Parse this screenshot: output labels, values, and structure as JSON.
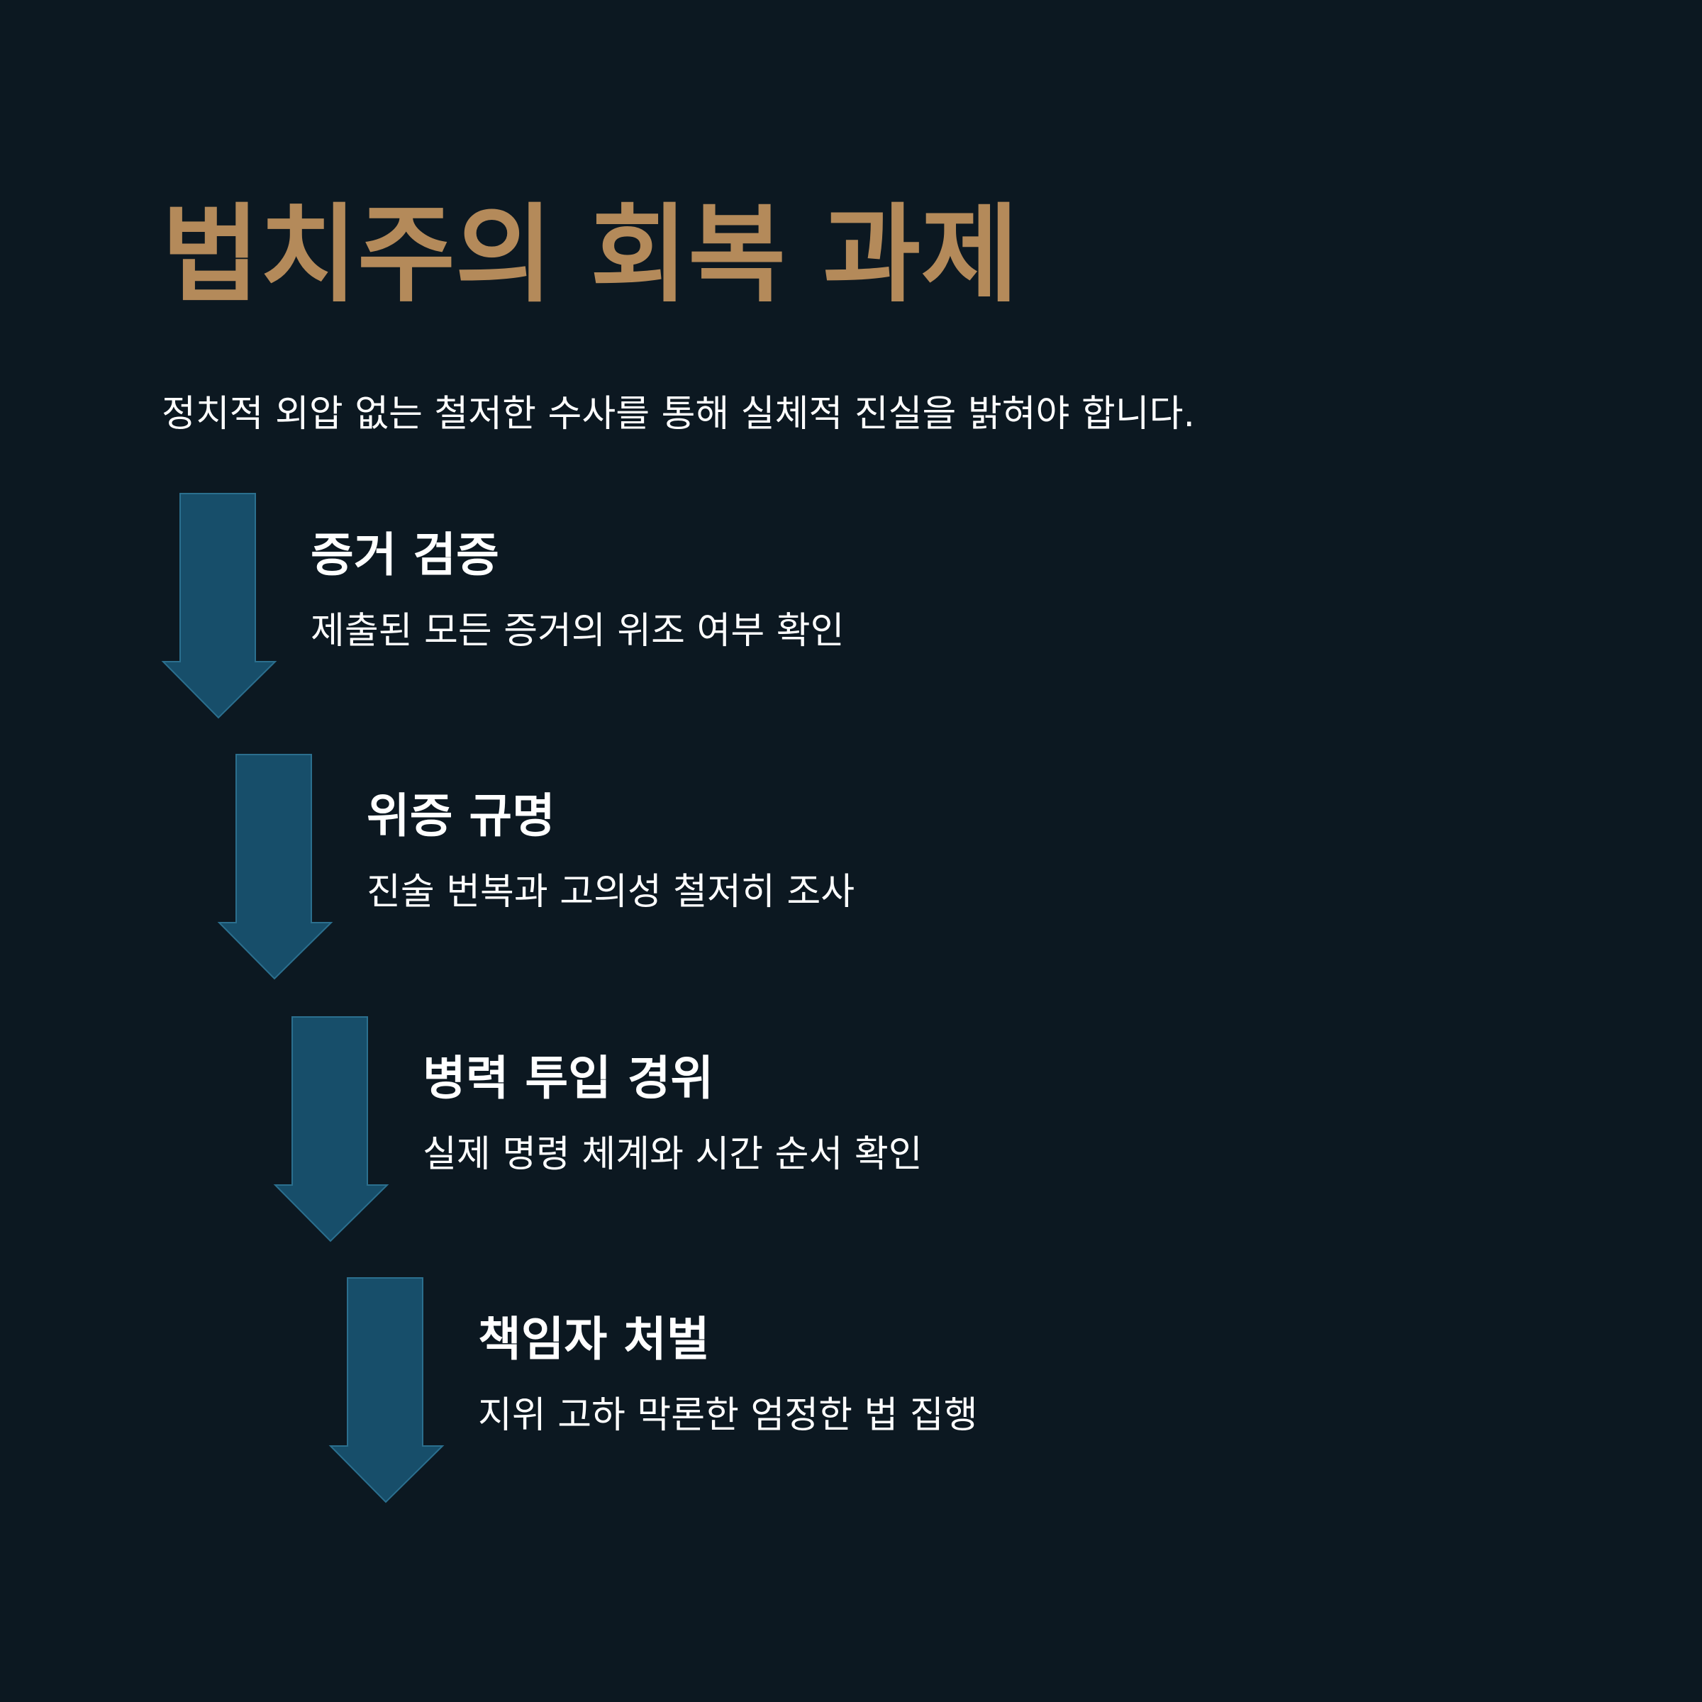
{
  "title": "법치주의 회복 과제",
  "subtitle": "정치적 외압 없는 철저한 수사를 통해 실체적 진실을 밝혀야 합니다.",
  "colors": {
    "background": "#0c1821",
    "title": "#b48a5a",
    "text": "#ffffff",
    "arrow_fill": "#174e6a",
    "arrow_stroke": "#2b6f8e"
  },
  "steps": [
    {
      "icon": "arrow-down-icon",
      "title": "증거 검증",
      "description": "제출된 모든 증거의 위조 여부 확인"
    },
    {
      "icon": "arrow-down-icon",
      "title": "위증 규명",
      "description": "진술 번복과 고의성 철저히 조사"
    },
    {
      "icon": "arrow-down-icon",
      "title": "병력 투입 경위",
      "description": "실제 명령 체계와 시간 순서 확인"
    },
    {
      "icon": "arrow-down-icon",
      "title": "책임자 처벌",
      "description": "지위 고하 막론한 엄정한 법 집행"
    }
  ]
}
